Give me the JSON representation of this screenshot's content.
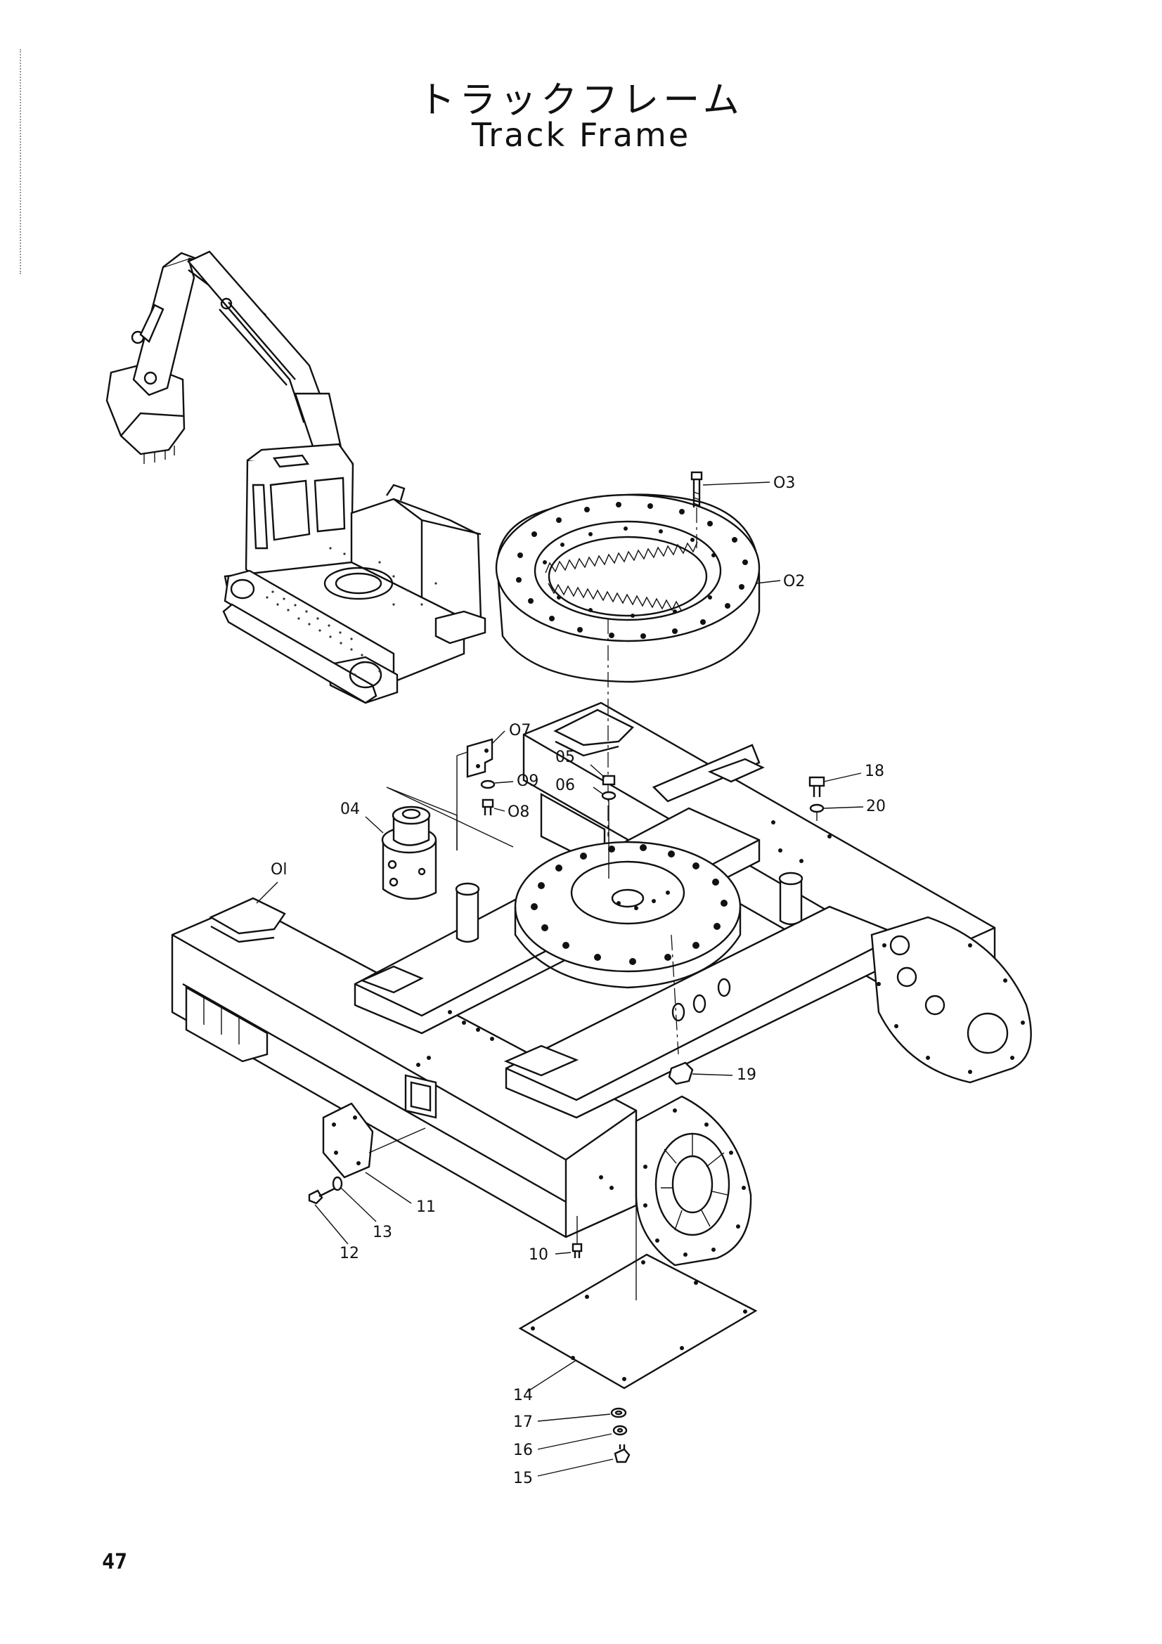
{
  "header": {
    "title_jp": "トラックフレーム",
    "title_en": "Track Frame"
  },
  "footer": {
    "page_number": "47"
  },
  "callouts": [
    {
      "id": "01",
      "label": "Ol"
    },
    {
      "id": "02",
      "label": "O2"
    },
    {
      "id": "03",
      "label": "O3"
    },
    {
      "id": "04",
      "label": "04"
    },
    {
      "id": "05",
      "label": "05"
    },
    {
      "id": "06",
      "label": "06"
    },
    {
      "id": "07",
      "label": "O7"
    },
    {
      "id": "08",
      "label": "O8"
    },
    {
      "id": "09",
      "label": "O9"
    },
    {
      "id": "10",
      "label": "10"
    },
    {
      "id": "11",
      "label": "11"
    },
    {
      "id": "12",
      "label": "12"
    },
    {
      "id": "13",
      "label": "13"
    },
    {
      "id": "14",
      "label": "14"
    },
    {
      "id": "15",
      "label": "15"
    },
    {
      "id": "16",
      "label": "16"
    },
    {
      "id": "17",
      "label": "17"
    },
    {
      "id": "18",
      "label": "18"
    },
    {
      "id": "19",
      "label": "19"
    },
    {
      "id": "20",
      "label": "20"
    }
  ]
}
